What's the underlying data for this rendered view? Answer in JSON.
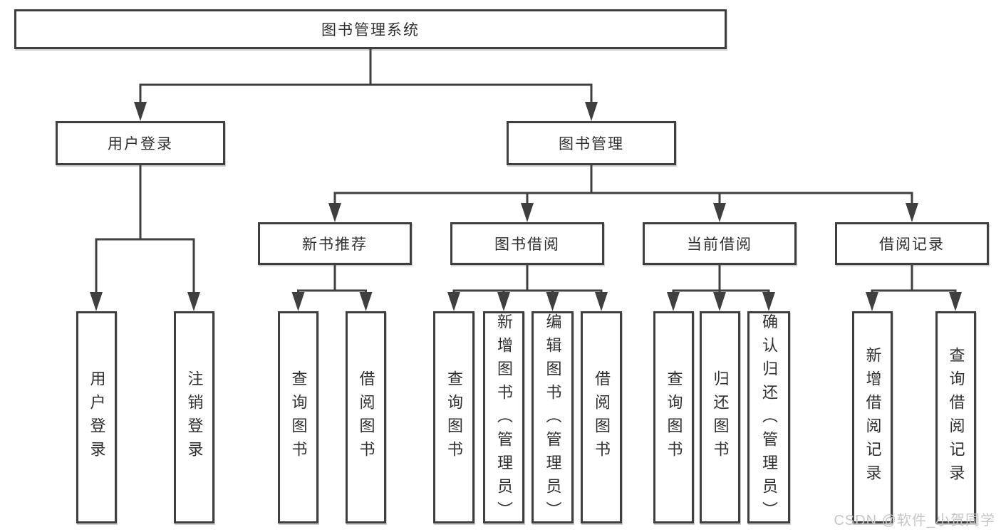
{
  "diagram_type": "hierarchy-tree",
  "colors": {
    "line": "#3f3f3f",
    "node_border": "#3f3f3f",
    "node_fill": "#ffffff",
    "text": "#2f2f2f",
    "watermark": "#c6c6c6",
    "background": "#ffffff"
  },
  "tree": {
    "root": {
      "label": "图书管理系统",
      "children": [
        {
          "label": "用户登录",
          "children": [
            {
              "label": "用户登录"
            },
            {
              "label": "注销登录"
            }
          ]
        },
        {
          "label": "图书管理",
          "children": [
            {
              "label": "新书推荐",
              "children": [
                {
                  "label": "查询图书"
                },
                {
                  "label": "借阅图书"
                }
              ]
            },
            {
              "label": "图书借阅",
              "children": [
                {
                  "label": "查询图书"
                },
                {
                  "label": "新增图书（管理员）"
                },
                {
                  "label": "编辑图书（管理员）"
                },
                {
                  "label": "借阅图书"
                }
              ]
            },
            {
              "label": "当前借阅",
              "children": [
                {
                  "label": "查询图书"
                },
                {
                  "label": "归还图书"
                },
                {
                  "label": "确认归还（管理员）"
                }
              ]
            },
            {
              "label": "借阅记录",
              "children": [
                {
                  "label": "新增借阅记录"
                },
                {
                  "label": "查询借阅记录"
                }
              ]
            }
          ]
        }
      ]
    }
  },
  "watermark": {
    "text": "CSDN @软件_小贺同学"
  }
}
